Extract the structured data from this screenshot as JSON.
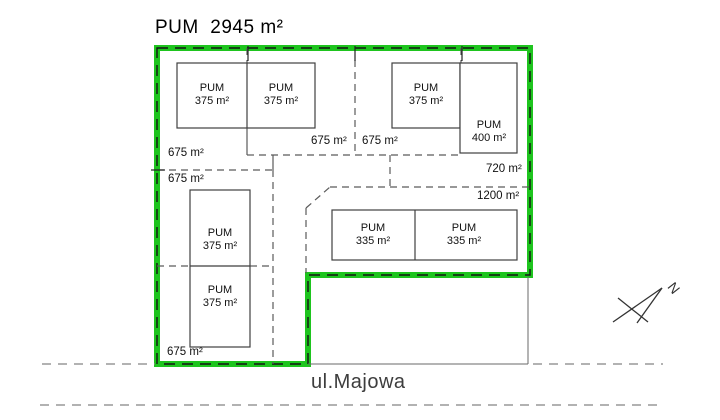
{
  "title": "PUM  2945 m²",
  "street_name": "ul.Majowa",
  "north_arrow": {
    "label": "N"
  },
  "units": [
    {
      "id": "a1",
      "name": "PUM",
      "area": "375 m²"
    },
    {
      "id": "a2",
      "name": "PUM",
      "area": "375 m²"
    },
    {
      "id": "b1",
      "name": "PUM",
      "area": "375 m²"
    },
    {
      "id": "b2",
      "name": "PUM",
      "area": "400 m²"
    },
    {
      "id": "c1",
      "name": "PUM",
      "area": "375 m²"
    },
    {
      "id": "c2",
      "name": "PUM",
      "area": "375 m²"
    },
    {
      "id": "d1",
      "name": "PUM",
      "area": "335 m²"
    },
    {
      "id": "d2",
      "name": "PUM",
      "area": "335 m²"
    }
  ],
  "plot_areas": [
    "675 m²",
    "675 m²",
    "675 m²",
    "675 m²",
    "675 m²",
    "720 m²",
    "1200 m²"
  ],
  "colors": {
    "boundary_green": "#1ec41e",
    "boundary_dash_black": "#141414",
    "plot_dash_grey": "#5a5a5a",
    "building_outline": "#3f3f3f",
    "street_dash_grey": "#848484"
  }
}
